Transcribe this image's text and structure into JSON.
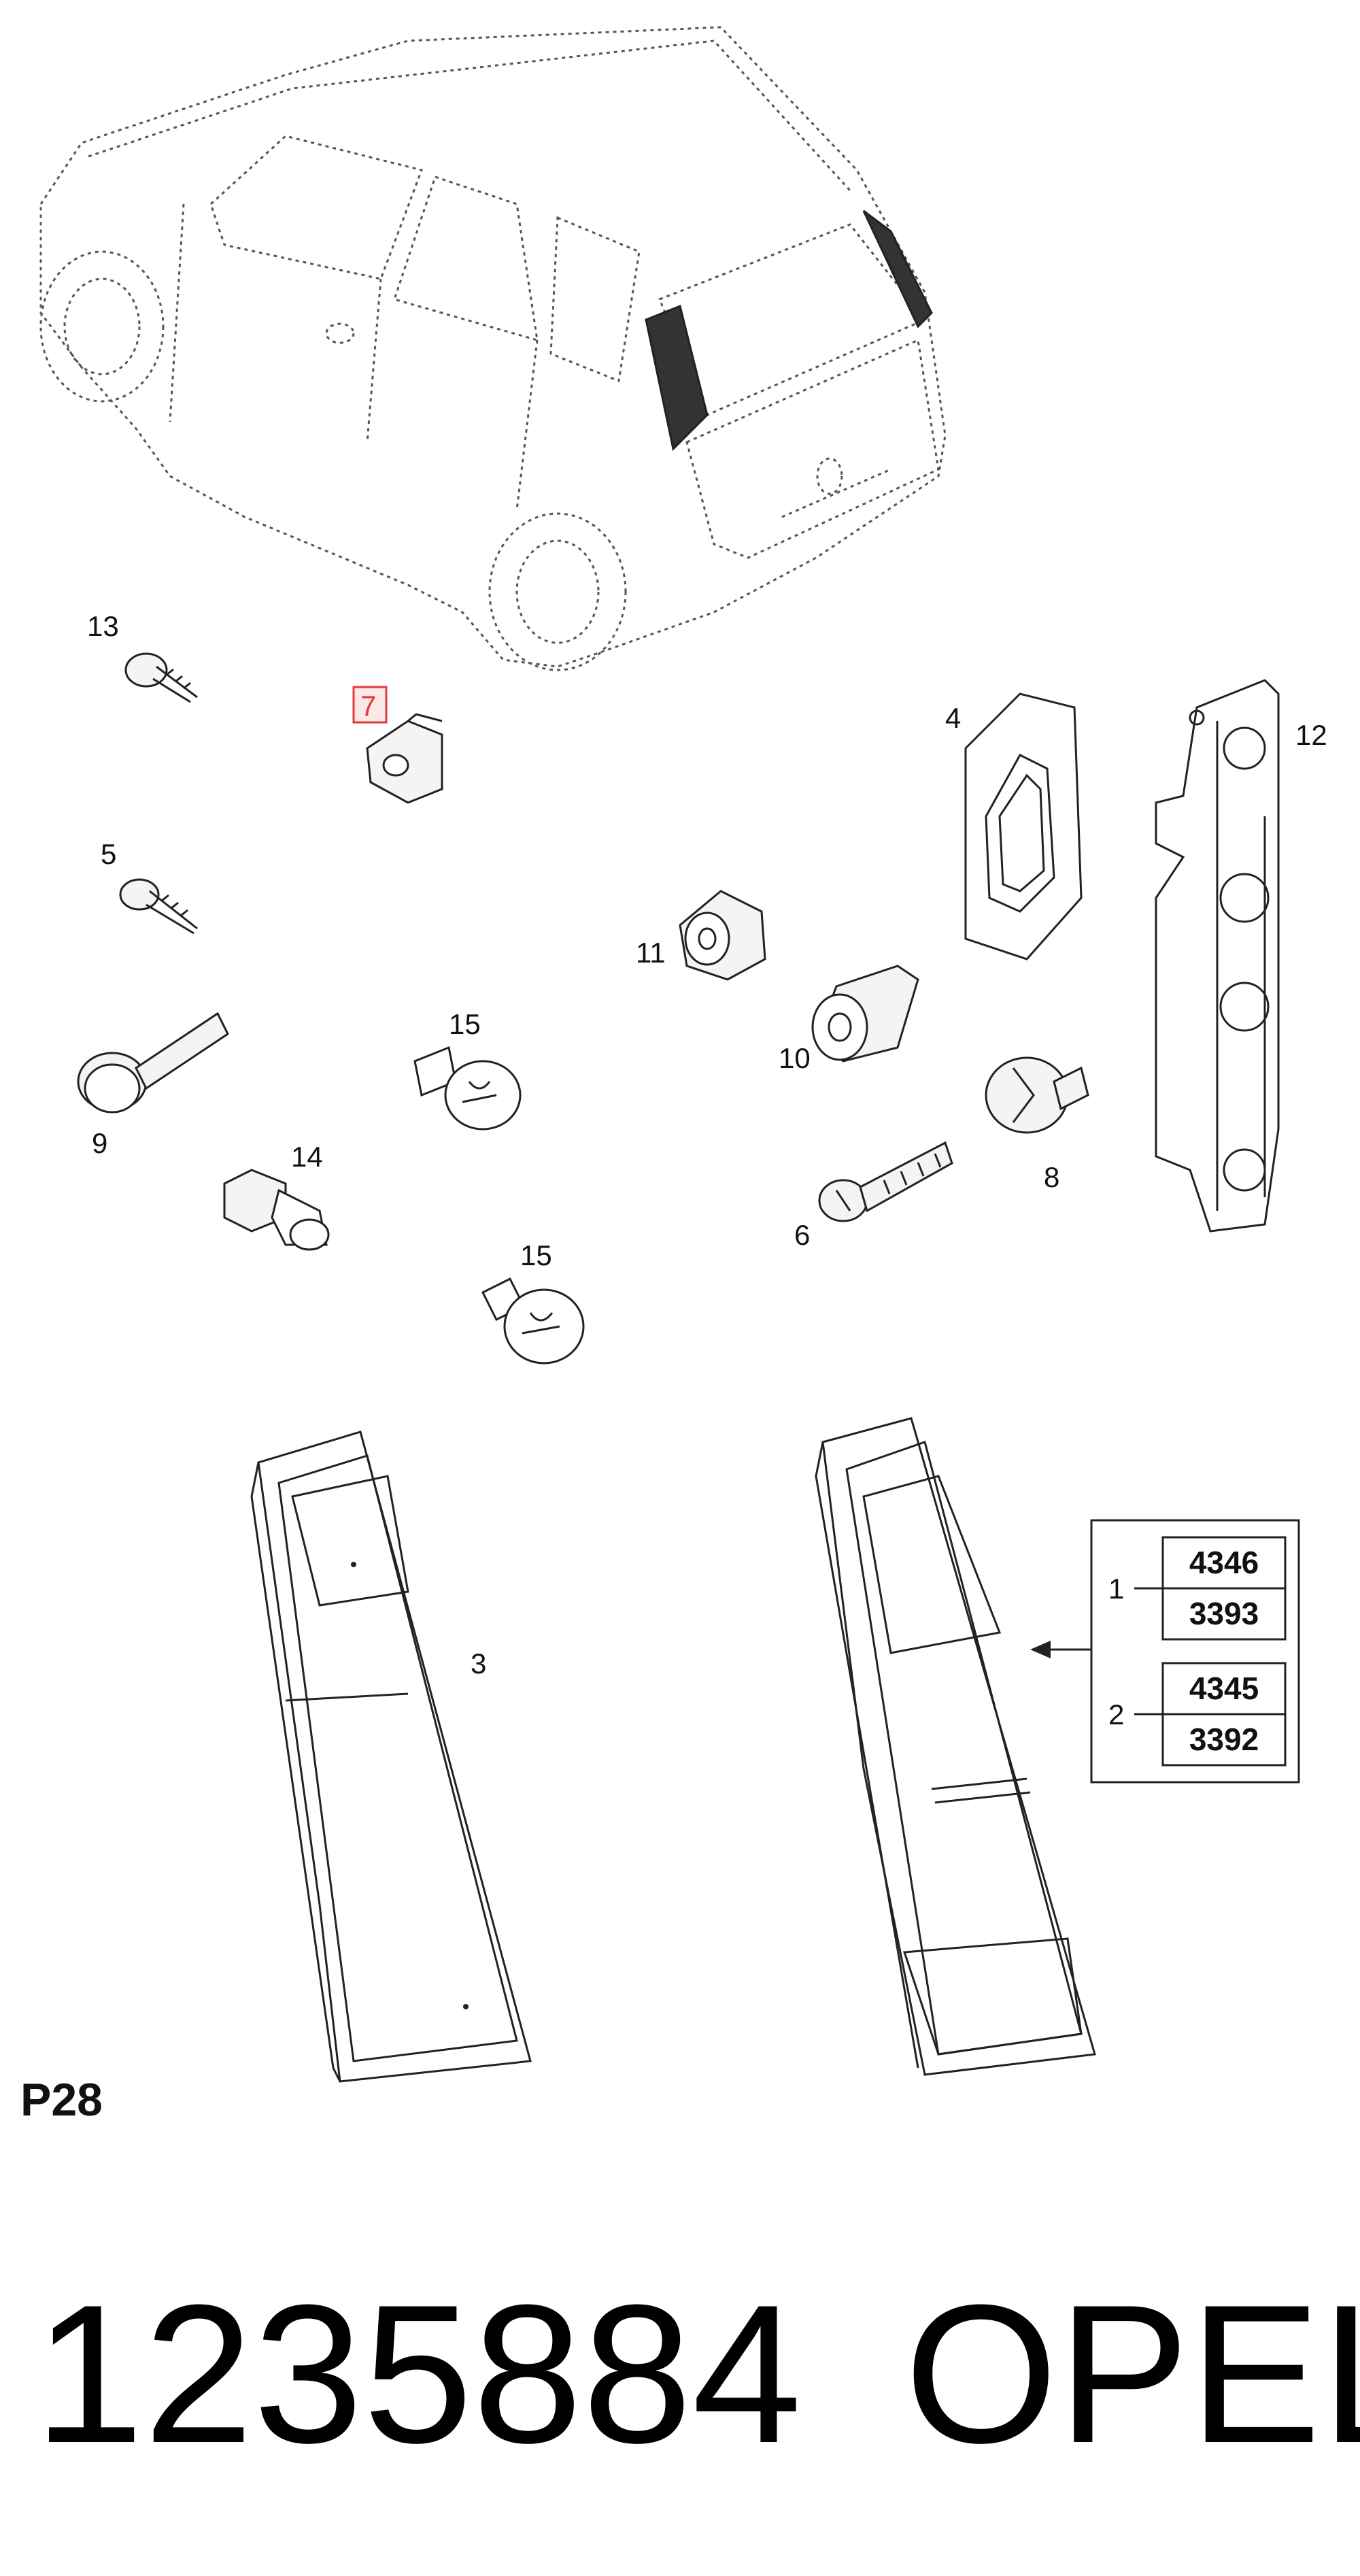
{
  "callouts": {
    "c13": "13",
    "c7": "7",
    "c4": "4",
    "c12": "12",
    "c5": "5",
    "c11": "11",
    "c15a": "15",
    "c10": "10",
    "c9": "9",
    "c8": "8",
    "c14": "14",
    "c6": "6",
    "c15b": "15",
    "c3": "3"
  },
  "variant_box": {
    "group1": {
      "label": "1",
      "top": "4346",
      "bottom": "3393"
    },
    "group2": {
      "label": "2",
      "top": "4345",
      "bottom": "3392"
    }
  },
  "page_ref": "P28",
  "footer": {
    "part_number": "1235884",
    "brand": "OPEL"
  },
  "colors": {
    "highlight": "#e03a3a",
    "line": "#222222"
  }
}
